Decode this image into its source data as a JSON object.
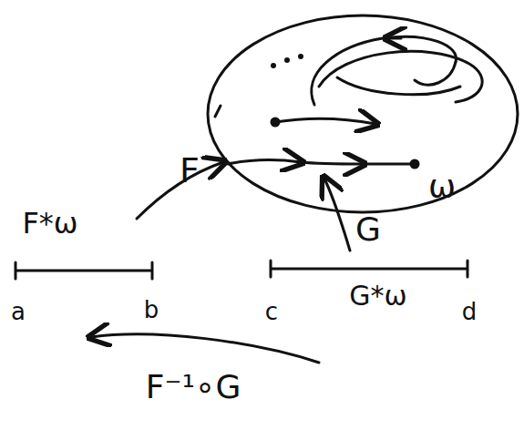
{
  "diagram": {
    "labels": [
      "ω",
      "F",
      "F*ω",
      "a",
      "b",
      "c",
      "G*ω",
      "d",
      "G",
      "F⁻¹∘G"
    ]
  }
}
